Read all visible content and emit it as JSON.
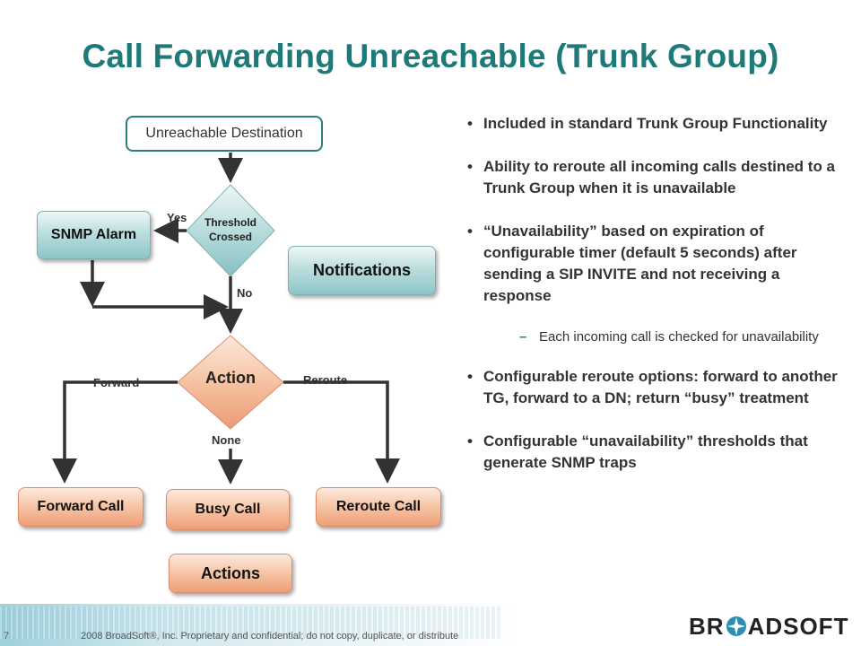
{
  "title": "Call Forwarding Unreachable (Trunk Group)",
  "flow": {
    "destination": "Unreachable Destination",
    "threshold": [
      "Threshold",
      "Crossed"
    ],
    "yes": "Yes",
    "no": "No",
    "snmp_alarm": "SNMP Alarm",
    "notifications": "Notifications",
    "action": "Action",
    "forward": "Forward",
    "reroute": "Reroute",
    "none": "None",
    "forward_call": "Forward Call",
    "busy_call": "Busy Call",
    "reroute_call": "Reroute Call",
    "actions": "Actions"
  },
  "bullets": [
    "Included in standard Trunk Group Functionality",
    "Ability to reroute all incoming calls destined to a Trunk Group when it is unavailable",
    "“Unavailability” based on expiration of configurable timer (default 5 seconds) after sending a SIP INVITE and not receiving a response",
    "Configurable reroute options: forward to another TG, forward to a DN; return “busy” treatment",
    "Configurable “unavailability” thresholds that generate SNMP traps"
  ],
  "sub_bullet": "Each incoming call is checked for unavailability",
  "bullet_symbol": "•",
  "dash_symbol": "–",
  "footer": {
    "page_number": "7",
    "copyright": "2008 BroadSoft®, Inc. Proprietary and confidential; do not copy, duplicate, or distribute",
    "logo_left": "BR",
    "logo_right": "ADSOFT"
  },
  "colors": {
    "title": "#1d7a78",
    "teal": "#8cc5c6",
    "orange": "#ee9e79",
    "line": "#333333"
  }
}
